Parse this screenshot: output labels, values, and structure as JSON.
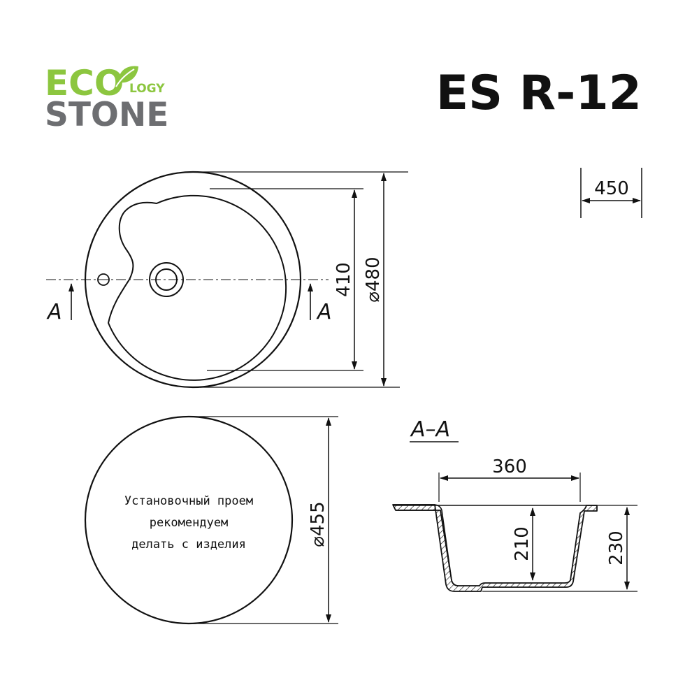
{
  "logo": {
    "eco": "ECO",
    "logy": "LOGY",
    "stone": "STONE",
    "colors": {
      "green": "#8cc63f",
      "gray": "#6d6e71"
    }
  },
  "model": "ES R-12",
  "dimensions": {
    "cabinet_width": "450",
    "bowl_depth_span": "410",
    "outer_diameter": "⌀480",
    "cutout_diameter": "⌀455",
    "bowl_width": "360",
    "bowl_depth": "210",
    "total_depth": "230"
  },
  "section": {
    "marker_left": "A",
    "marker_right": "A",
    "title": "A–A"
  },
  "cutout_note": {
    "line1": "Установочный проем",
    "line2": "рекомендуем",
    "line3": "делать с изделия"
  },
  "icons": [
    "leaf-icon"
  ]
}
